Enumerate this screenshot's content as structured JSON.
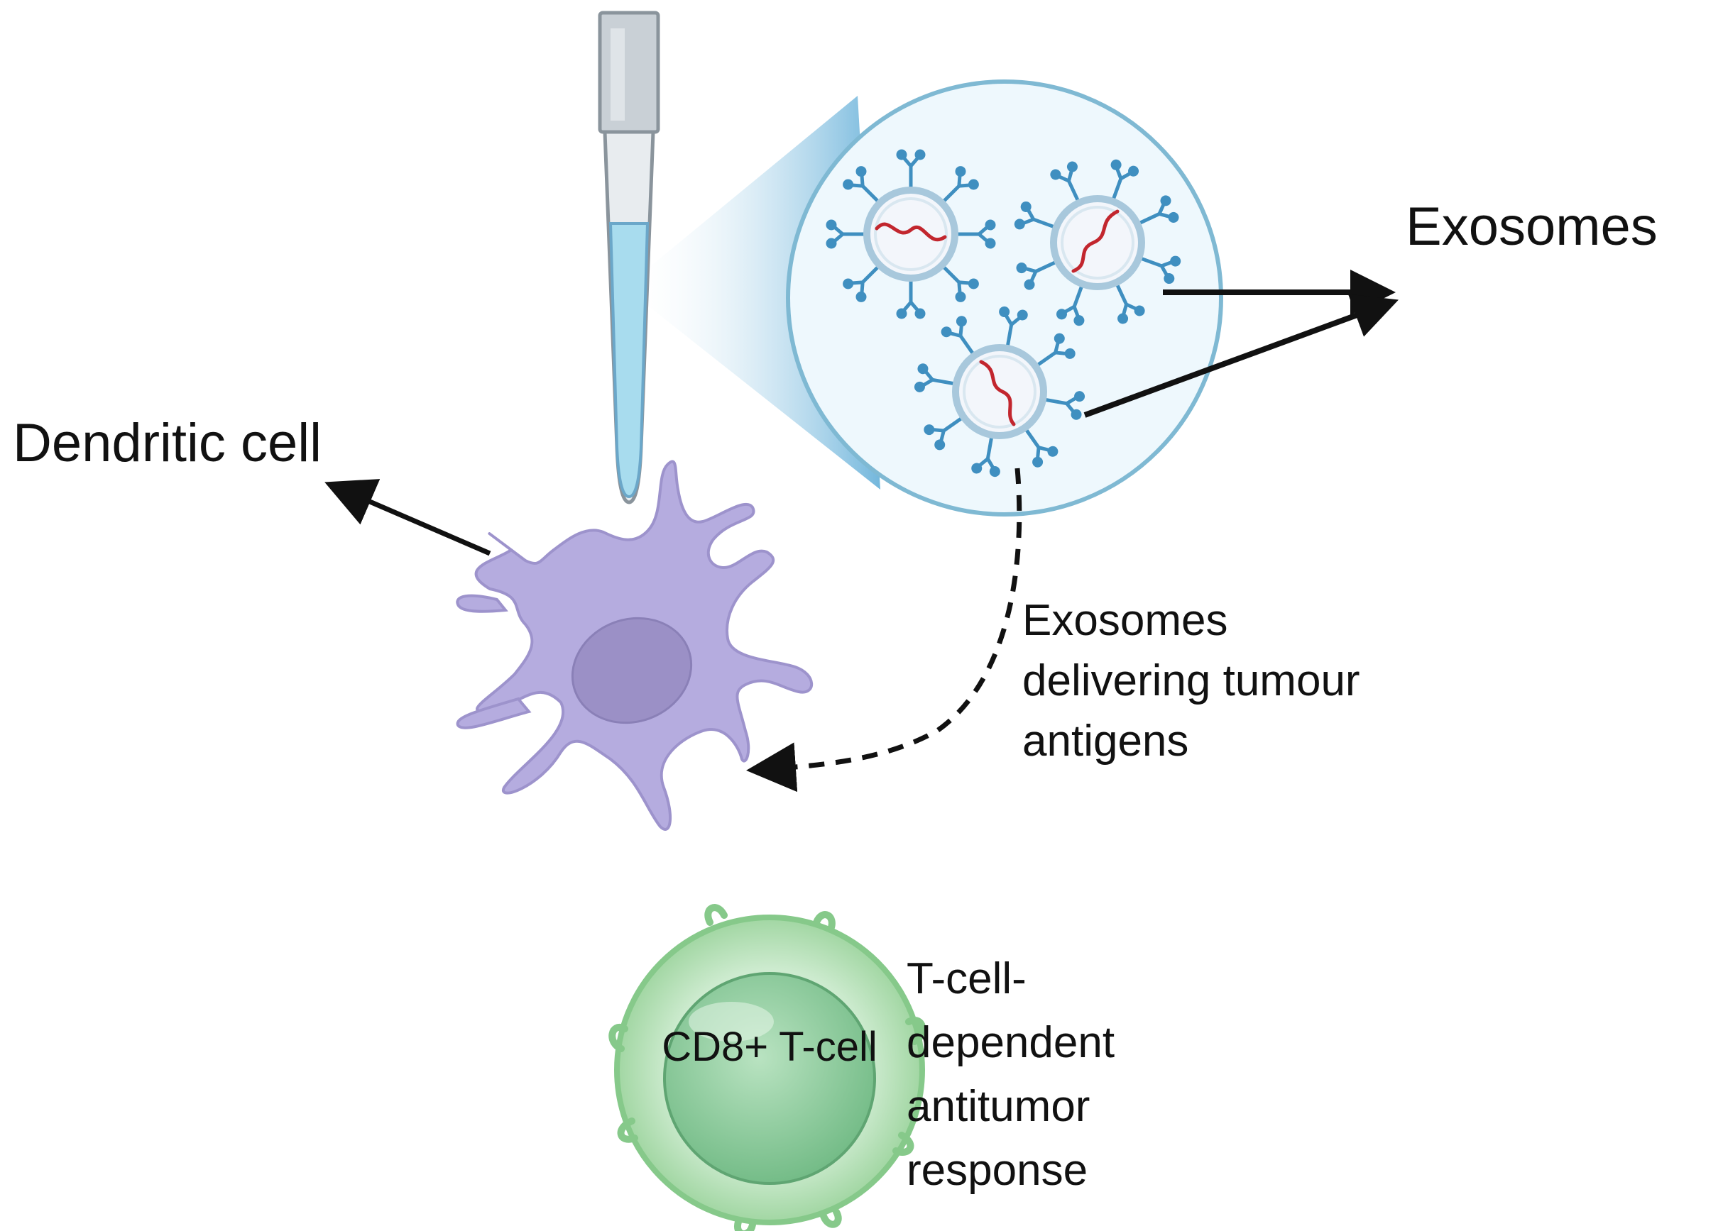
{
  "labels": {
    "exosomes": "Exosomes",
    "dendritic_cell": "Dendritic cell",
    "delivery": [
      "Exosomes",
      "delivering tumour",
      "antigens"
    ],
    "cd8": "CD8+ T-cell",
    "response": [
      "T-cell-",
      "dependent",
      "antitumor",
      "response"
    ]
  },
  "icons": [
    "pipette-icon",
    "exosome-icon",
    "dendritic-cell-icon",
    "t-cell-icon"
  ],
  "colors": {
    "arrow": "#111111",
    "magnifier_fill": "#eef8fd",
    "magnifier_stroke": "#7fb9d3",
    "exosome_membrane": "#a8c8dc",
    "exosome_receptor": "#3f8fc0",
    "rna": "#c2262e",
    "dendritic_cell": "#b5acdf",
    "dendritic_nucleus": "#9b90c6",
    "t_cell_outer": "#8fd08d",
    "t_cell_nucleus": "#7cc38a"
  }
}
